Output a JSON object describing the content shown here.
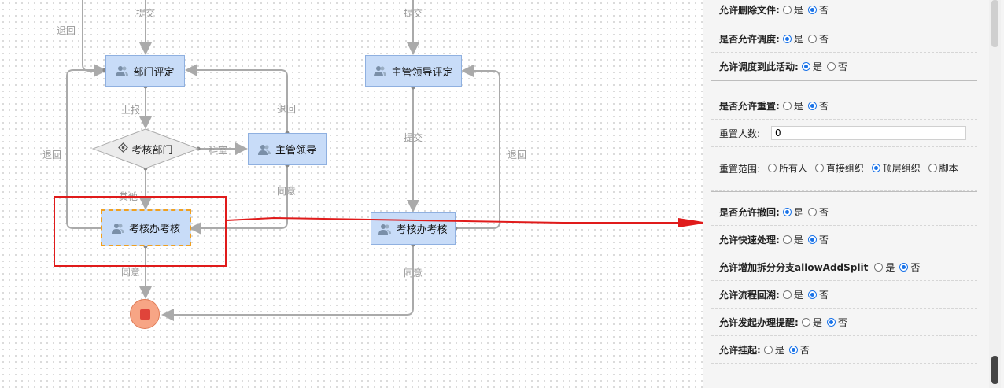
{
  "flow": {
    "nodes": {
      "dept_eval": "部门评定",
      "supervisor_eval": "主管领导评定",
      "check_dept": "考核部门",
      "supervisor": "主管领导",
      "assess_office_left": "考核办考核",
      "assess_office_right": "考核办考核"
    },
    "edge_labels": {
      "submit_top_left": "提交",
      "submit_top_right": "提交",
      "return_top_left": "退回",
      "report": "上报",
      "return_supervisor": "退回",
      "section": "科室",
      "return_left": "退回",
      "other": "其他",
      "agree_supervisor": "同意",
      "agree_left": "同意",
      "submit_mid_right": "提交",
      "return_right": "退回",
      "agree_right": "同意"
    },
    "icons": {
      "user": "users-icon",
      "gateway": "gateway-icon",
      "end": "end-stop-icon"
    }
  },
  "panel": {
    "rows": {
      "allow_delete_file": {
        "label": "允许删除文件:",
        "yes": "是",
        "no": "否",
        "value": "否"
      },
      "allow_dispatch": {
        "label": "是否允许调度:",
        "yes": "是",
        "no": "否",
        "value": "是"
      },
      "allow_dispatch_here": {
        "label": "允许调度到此活动:",
        "yes": "是",
        "no": "否",
        "value": "是"
      },
      "allow_reset": {
        "label": "是否允许重置:",
        "yes": "是",
        "no": "否",
        "value": "否"
      },
      "reset_count": {
        "label": "重置人数:",
        "value": "0"
      },
      "reset_scope": {
        "label": "重置范围:",
        "options": [
          "所有人",
          "直接组织",
          "顶层组织",
          "脚本"
        ],
        "value": "顶层组织"
      },
      "allow_withdraw": {
        "label": "是否允许撤回:",
        "yes": "是",
        "no": "否",
        "value": "是"
      },
      "allow_quick": {
        "label": "允许快速处理:",
        "yes": "是",
        "no": "否",
        "value": "否"
      },
      "allow_add_split": {
        "label": "允许增加拆分分支allowAddSplit",
        "yes": "是",
        "no": "否",
        "value": "否"
      },
      "allow_backtrack": {
        "label": "允许流程回溯:",
        "yes": "是",
        "no": "否",
        "value": "否"
      },
      "allow_remind": {
        "label": "允许发起办理提醒:",
        "yes": "是",
        "no": "否",
        "value": "否"
      },
      "allow_suspend": {
        "label": "允许挂起:",
        "yes": "是",
        "no": "否",
        "value": "否"
      }
    }
  },
  "colors": {
    "node_fill": "#c8dcf8",
    "selected_border": "#f0a020",
    "annotation": "#e01b1b",
    "radio_on": "#1a73e8"
  }
}
